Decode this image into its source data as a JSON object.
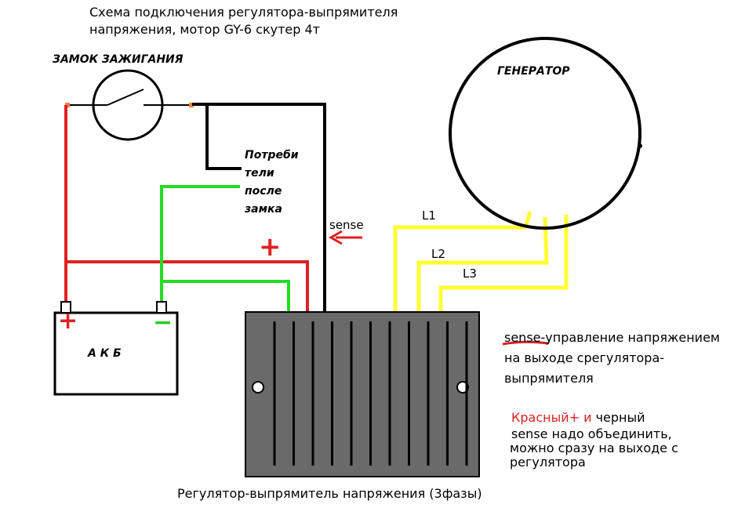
{
  "title": {
    "line1": "Схема подключения регулятора-выпрямителя",
    "line2": "напряжения, мотор GY-6 скутер 4т"
  },
  "labels": {
    "ignition": "ЗАМОК ЗАЖИГАНИЯ",
    "generator": "ГЕНЕРАТОР",
    "consumers_1": "Потреби",
    "consumers_2": "тели",
    "consumers_3": "после",
    "consumers_4": "замка",
    "sense": "sense",
    "l1": "L1",
    "l2": "L2",
    "l3": "L3",
    "plus": "+",
    "battery_plus": "+",
    "battery_minus": "−",
    "battery": "А К Б",
    "regulator_caption": "Регулятор-выпрямитель напряжения (3фазы)"
  },
  "notes": {
    "sense_word": "sense",
    "sense_rest": "-управление напряжением",
    "sense_line2": "на выходе срегулятора-",
    "sense_line3": "выпрямителя",
    "red_part": "Красный+ и",
    "black_part": " черный",
    "join_line1": "sense надо объединить,",
    "join_line2": "можно сразу на выходе с",
    "join_line3": "регулятора"
  },
  "colors": {
    "red_wire": "#e02020",
    "green_wire": "#22dd22",
    "yellow_wire": "#ffff33",
    "black_wire": "#000000",
    "regulator_fill": "#6a6a6a",
    "accent_red": "#d22222"
  }
}
